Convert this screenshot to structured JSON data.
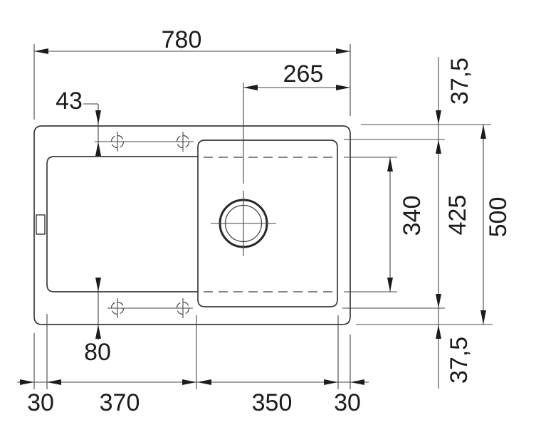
{
  "drawing": {
    "colors": {
      "background": "#ffffff",
      "line": "#3a3a3a",
      "text": "#1c1c1c"
    },
    "dimensions": {
      "overall_width": "780",
      "drain_offset_right": "265",
      "hole_row_top_offset": "43",
      "top_margin": "37,5",
      "bowl_inner_length": "340",
      "hole_rows_span": "425",
      "overall_depth": "500",
      "bottom_margin": "37,5",
      "drainboard_bottom_gap": "80",
      "left_edge": "30",
      "drainboard_width": "370",
      "bowl_width": "350",
      "right_edge": "30"
    }
  }
}
